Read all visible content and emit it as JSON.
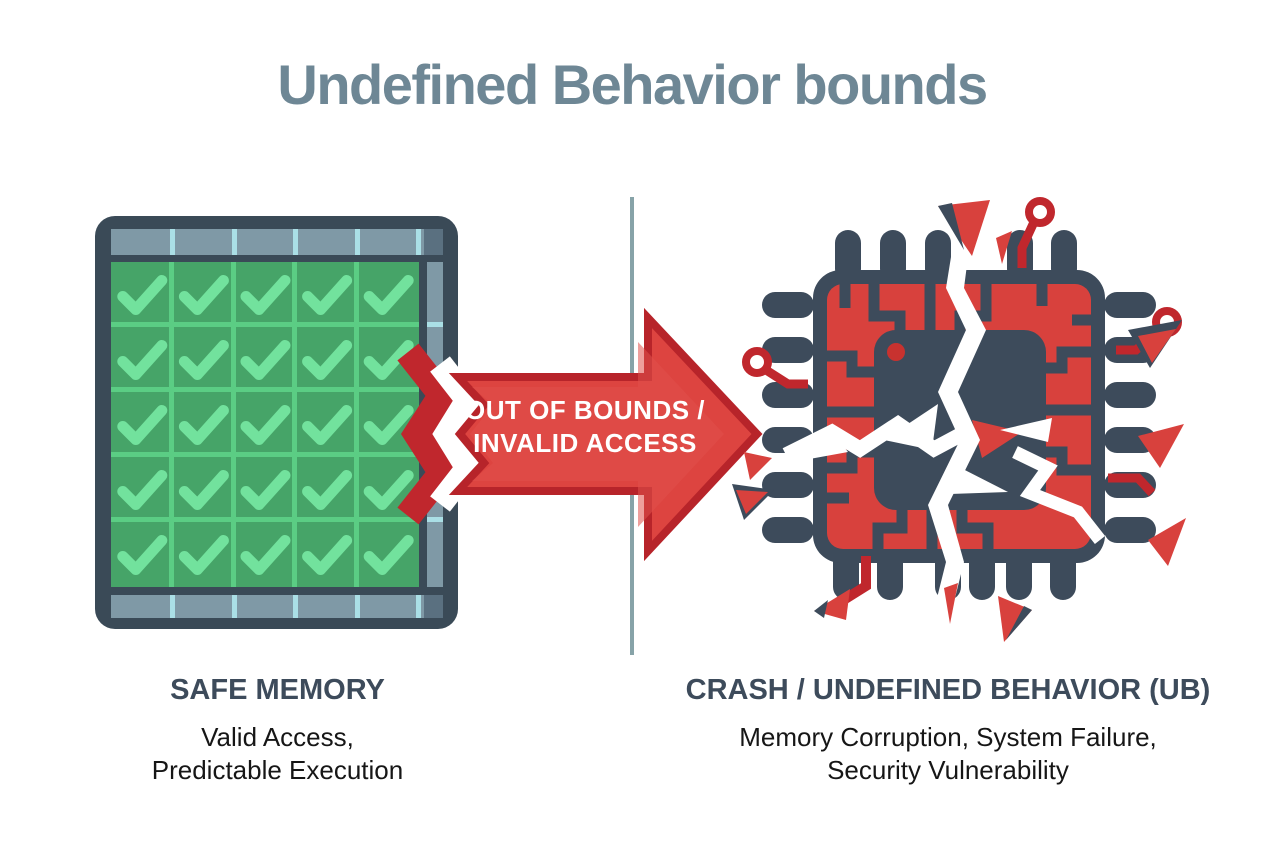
{
  "title": "Undefined Behavior bounds",
  "arrow_label": {
    "line1": "OUT OF BOUNDS /",
    "line2": "INVALID ACCESS"
  },
  "safe_panel": {
    "heading": "SAFE MEMORY",
    "description_line1": "Valid Access,",
    "description_line2": "Predictable Execution",
    "grid": {
      "rows": 5,
      "cols": 5,
      "cell_icon": "check-icon"
    }
  },
  "crash_panel": {
    "heading": "CRASH / UNDEFINED BEHAVIOR (UB)",
    "description_line1": "Memory Corruption, System Failure,",
    "description_line2": "Security Vulnerability",
    "illustration": "shattered-cpu-chip"
  },
  "colors": {
    "background": "#ffffff",
    "title_text": "#6e8795",
    "heading_text": "#3d4b5b",
    "body_text": "#161616",
    "frame_slate": "#3a4a57",
    "strip_blue_gray": "#7f99a6",
    "strip_corner_dark": "#5a7080",
    "strip_separator_cyan": "#aadfe6",
    "safe_green": "#46a468",
    "grid_line_green": "#5bcd84",
    "check_green": "#72e29d",
    "danger_red": "#d8413d",
    "danger_red_dark": "#b7242a",
    "circuit_red": "#c0272d",
    "arrow_text": "#ffffff",
    "divider": "#87a3a8",
    "crack_white": "#ffffff"
  }
}
